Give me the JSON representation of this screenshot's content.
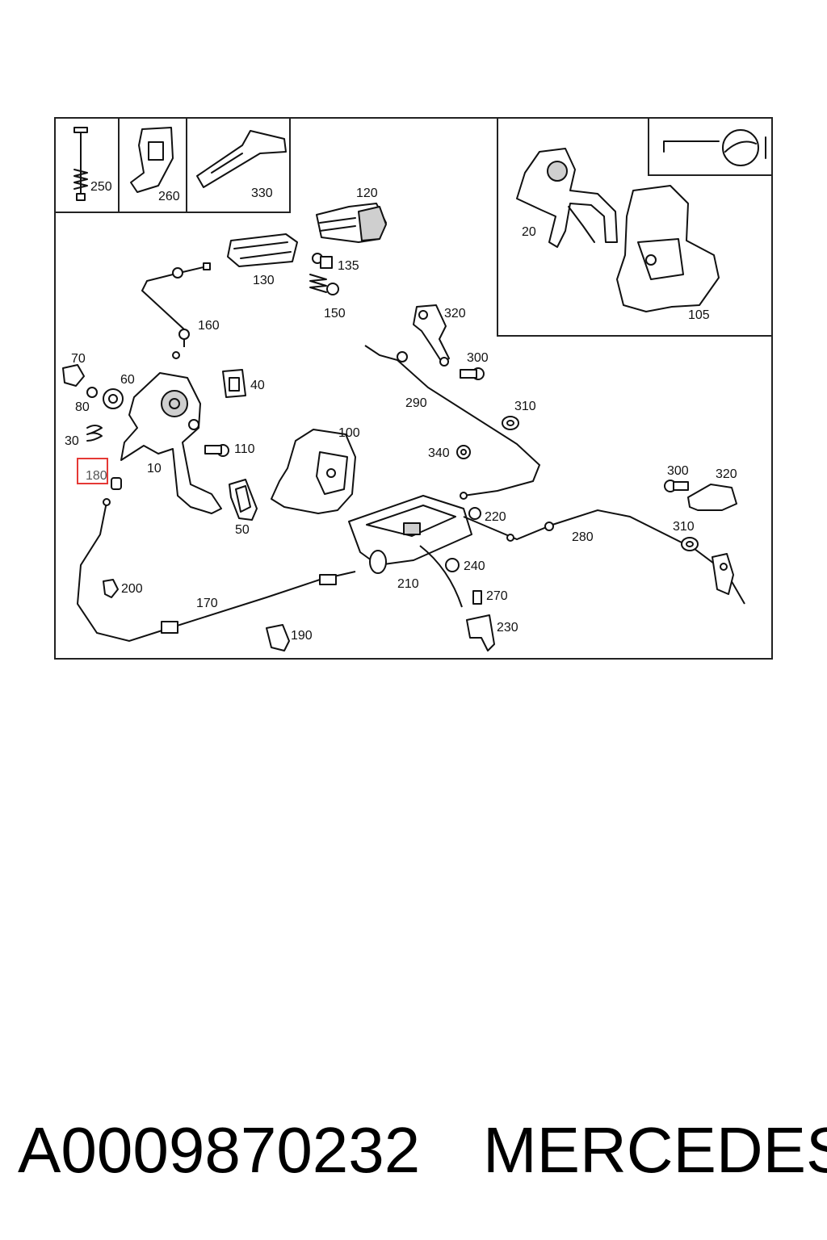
{
  "diagram": {
    "labels": {
      "l250": "250",
      "l260": "260",
      "l330": "330",
      "l120": "120",
      "l135": "135",
      "l130": "130",
      "l150": "150",
      "l160": "160",
      "l20": "20",
      "l105": "105",
      "l320a": "320",
      "l300a": "300",
      "l290": "290",
      "l310a": "310",
      "l70": "70",
      "l60": "60",
      "l80": "80",
      "l40": "40",
      "l100": "100",
      "l30": "30",
      "l110": "110",
      "l10": "10",
      "l180": "180",
      "l340": "340",
      "l50": "50",
      "l220": "220",
      "l300b": "300",
      "l320b": "320",
      "l280": "280",
      "l310b": "310",
      "l240": "240",
      "l210": "210",
      "l200": "200",
      "l170": "170",
      "l270": "270",
      "l230": "230",
      "l190": "190"
    },
    "highlighted_part": "180",
    "highlight_color": "#e53935"
  },
  "caption": {
    "part_number": "A0009870232",
    "brand": "MERCEDES"
  }
}
